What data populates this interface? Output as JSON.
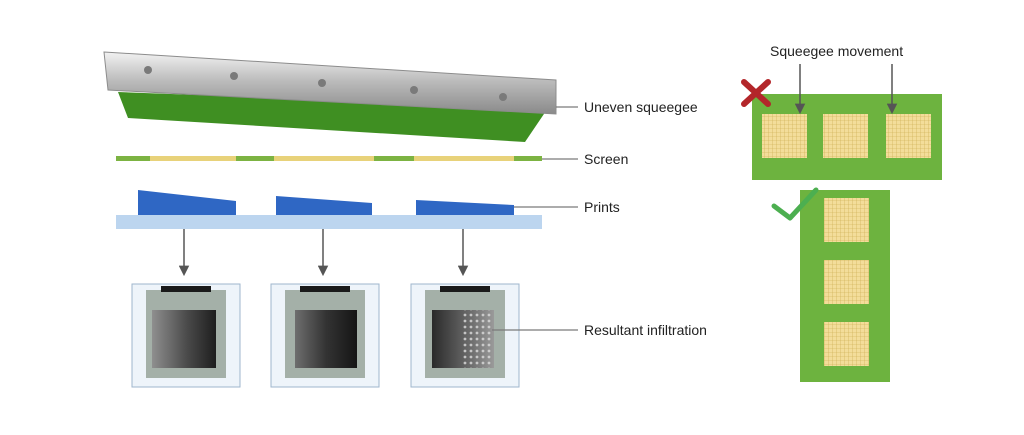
{
  "labels": {
    "uneven_squeegee": "Uneven squeegee",
    "screen": "Screen",
    "prints": "Prints",
    "resultant_infiltration": "Resultant infiltration",
    "squeegee_movement": "Squeegee movement"
  },
  "icons": {
    "wrong": "cross-icon",
    "right": "check-icon"
  },
  "colors": {
    "squeegee_body": "#a9a9a9",
    "squeegee_blade": "#3f8f22",
    "screen_green": "#7cb342",
    "screen_mesh": "#e8d27a",
    "print_blue": "#2f67c4",
    "substrate": "#bcd5ef",
    "board_green": "#6db33f",
    "pad_yellow": "#f3dd9a",
    "cross_red": "#b3262a",
    "check_green": "#4caf50"
  }
}
